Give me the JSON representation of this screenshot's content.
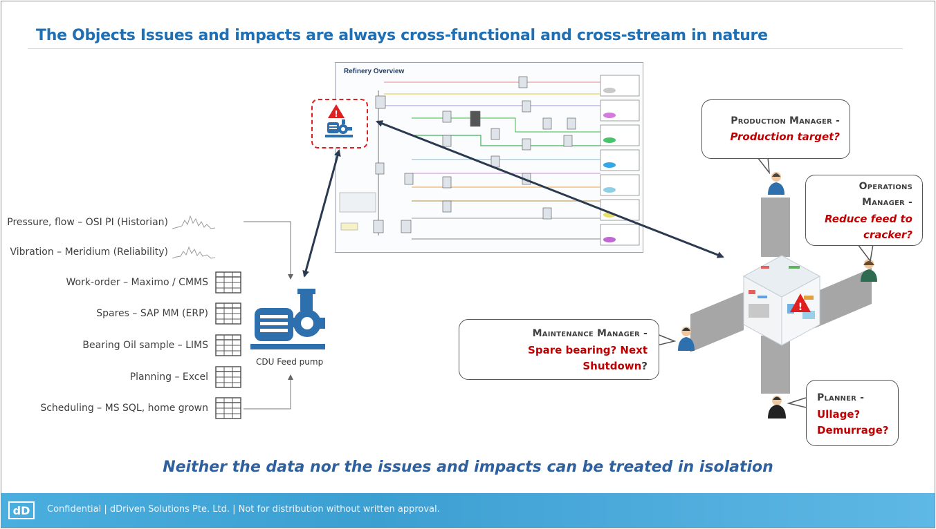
{
  "slide": {
    "title": "The Objects Issues and impacts are always cross-functional and cross-stream in nature",
    "bottom_message": "Neither the data nor the issues and impacts can be treated in isolation"
  },
  "refinery": {
    "title": "Refinery Overview"
  },
  "data_sources": [
    {
      "label": "Pressure, flow – OSI PI (Historian)",
      "icon": "sparkline-icon"
    },
    {
      "label": "Vibration – Meridium (Reliability)",
      "icon": "sparkline-icon"
    },
    {
      "label": "Work-order – Maximo / CMMS",
      "icon": "table-icon"
    },
    {
      "label": "Spares – SAP MM (ERP)",
      "icon": "table-icon"
    },
    {
      "label": "Bearing Oil sample – LIMS",
      "icon": "table-icon"
    },
    {
      "label": "Planning – Excel",
      "icon": "table-icon"
    },
    {
      "label": "Scheduling – MS SQL, home grown",
      "icon": "table-icon"
    }
  ],
  "pump": {
    "label": "CDU Feed pump"
  },
  "bubbles": {
    "production": {
      "role": "Production Manager -",
      "question": "Production target?"
    },
    "operations": {
      "role_line1": "Operations",
      "role_line2": "Manager -",
      "question_line1": "Reduce feed to",
      "question_line2": "cracker?"
    },
    "maintenance": {
      "role": "Maintenance Manager -",
      "question_line1": "Spare bearing? Next",
      "question_line2_red": "Shutdown",
      "question_line2_tail": "?"
    },
    "planner": {
      "role": "Planner -",
      "question_line1": "Ullage?",
      "question_line2": "Demurrage?"
    }
  },
  "footer": {
    "logo": "dD",
    "text": "Confidential | dDriven Solutions Pte. Ltd. | Not for distribution without written approval."
  },
  "colors": {
    "title_blue": "#1f6fb5",
    "pump_blue": "#2e6fad",
    "alert_red": "#e02020",
    "question_red": "#c00000",
    "footer_blue": "#3c9fd2"
  }
}
